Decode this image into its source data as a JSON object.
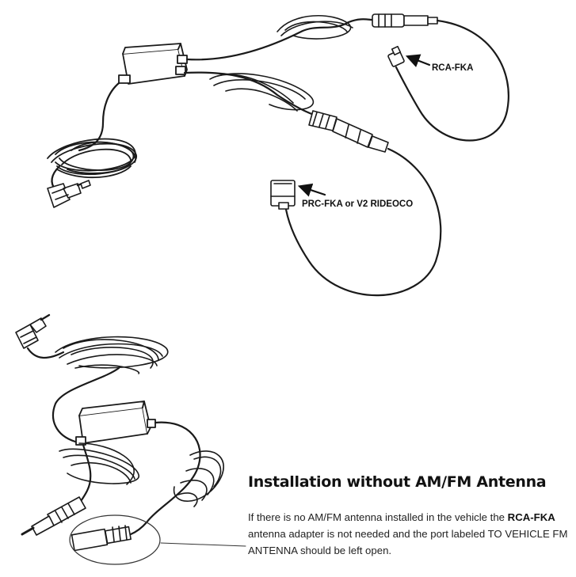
{
  "callouts": {
    "rca_fka": "RCA-FKA",
    "prc_fka": "PRC-FKA or V2 RIDEOCO"
  },
  "section": {
    "title": "Installation without AM/FM Antenna",
    "body_pre": "If there is no AM/FM antenna installed in the vehicle the ",
    "body_bold": "RCA-FKA",
    "body_post": " antenna adapter is not needed and the port labeled TO VEHICLE FM ANTENNA should be left open."
  },
  "colors": {
    "ink": "#111111",
    "cable": "#1a1a1a",
    "background": "#ffffff"
  }
}
